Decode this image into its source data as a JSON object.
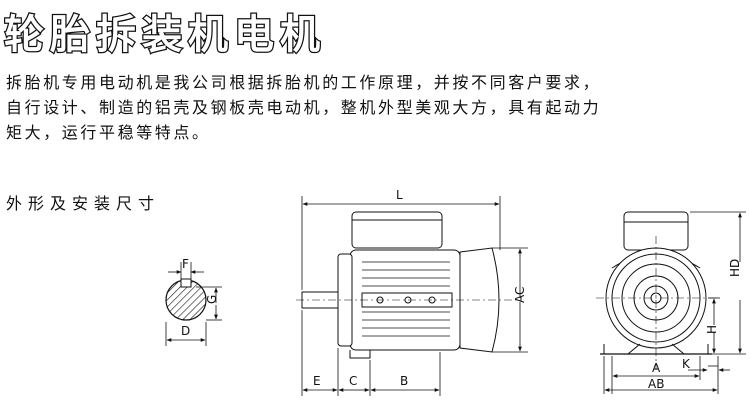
{
  "title": "轮胎拆装机电机",
  "intro_lines": [
    "拆胎机专用电动机是我公司根据拆胎机的工作原理，并按不同客户要求，",
    "自行设计、制造的铝壳及钢板壳电动机，整机外型美观大方，具有起动力",
    "矩大，运行平稳等特点。"
  ],
  "section_heading": "外形及安装尺寸",
  "dimension_labels": {
    "L": "L",
    "AC": "AC",
    "E": "E",
    "C": "C",
    "B": "B",
    "F": "F",
    "G": "G",
    "D": "D",
    "HD": "HD",
    "H": "H",
    "A": "A",
    "K": "K",
    "AB": "AB"
  }
}
